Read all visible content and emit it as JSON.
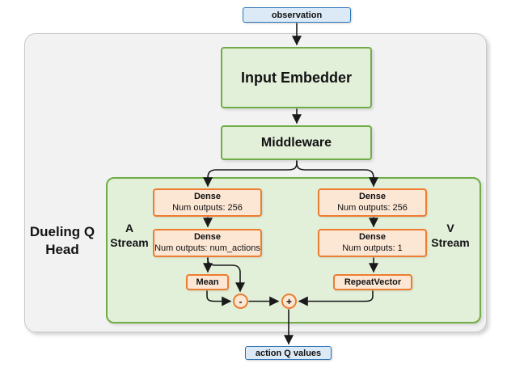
{
  "diagram": {
    "nodes": {
      "observation": "observation",
      "input_embedder": "Input Embedder",
      "middleware": "Middleware",
      "a_dense_1": {
        "title": "Dense",
        "subtitle": "Num outputs: 256"
      },
      "a_dense_2": {
        "title": "Dense",
        "subtitle": "Num outputs: num_actions"
      },
      "v_dense_1": {
        "title": "Dense",
        "subtitle": "Num outputs: 256"
      },
      "v_dense_2": {
        "title": "Dense",
        "subtitle": "Num outputs: 1"
      },
      "mean": "Mean",
      "repeat_vector": "RepeatVector",
      "minus_op": "-",
      "plus_op": "+",
      "action_q_values": "action Q values"
    },
    "labels": {
      "dueling_head": "Dueling Q Head",
      "a_stream": "A Stream",
      "v_stream": "V Stream"
    },
    "colors": {
      "blue_fill": "#dce9f6",
      "blue_border": "#2e75b6",
      "green_fill": "#e2efd9",
      "green_border": "#70ad47",
      "orange_fill": "#fce7d5",
      "orange_border": "#ed7d31",
      "outer_container_fill": "#f2f2f2",
      "outer_container_border": "#c8c8c8",
      "arrow": "#1a1a1a"
    }
  }
}
